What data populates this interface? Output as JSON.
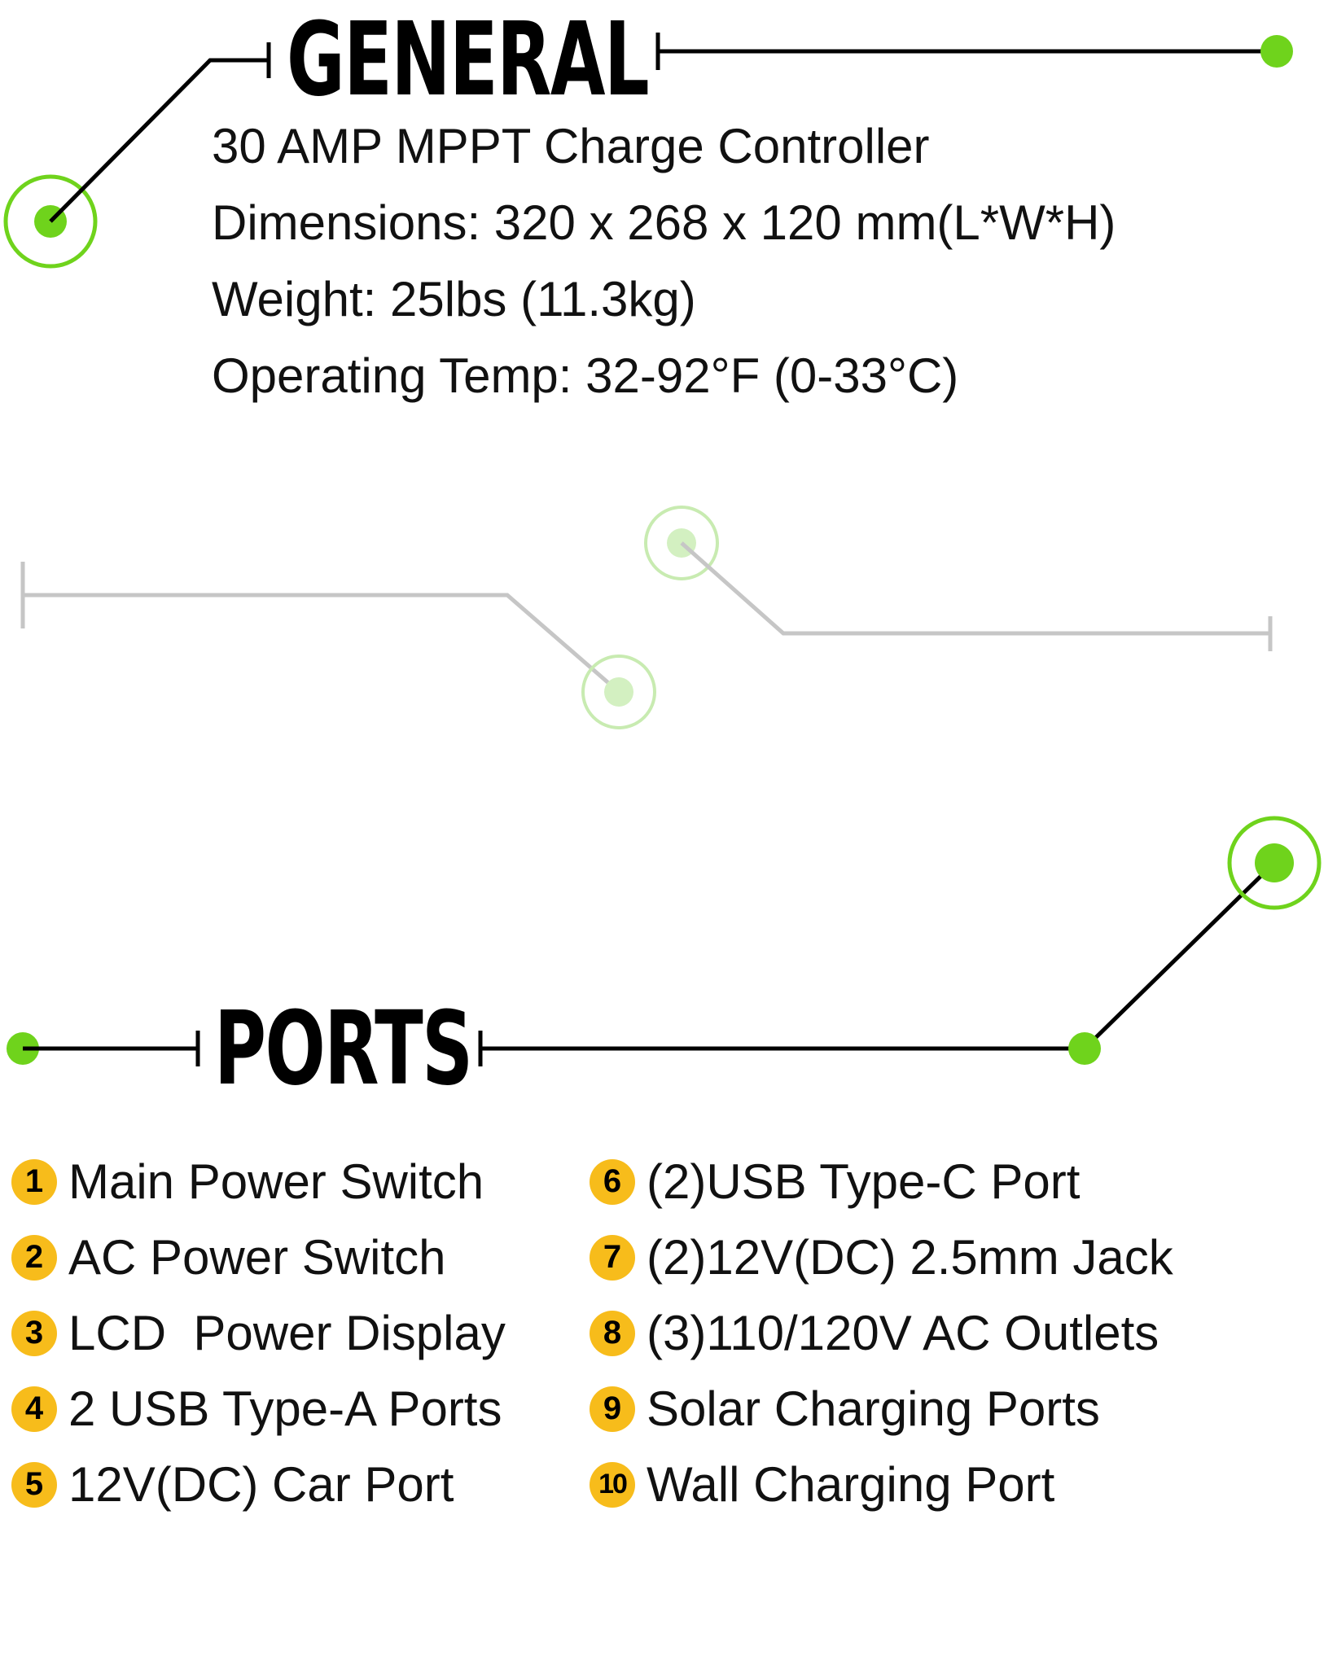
{
  "accent_color": "#6fd31c",
  "badge_color": "#f7bc1b",
  "general": {
    "heading": "GENERAL",
    "specs": [
      "30 AMP MPPT Charge Controller",
      "Dimensions: 320 x 268 x 120 mm(L*W*H)",
      "Weight: 25lbs (11.3kg)",
      "Operating Temp: 32-92°F (0-33°C)"
    ]
  },
  "ports": {
    "heading": "PORTS",
    "left": [
      {
        "number": "1",
        "label": "Main Power Switch"
      },
      {
        "number": "2",
        "label": "AC Power Switch"
      },
      {
        "number": "3",
        "label": "LCD  Power Display"
      },
      {
        "number": "4",
        "label": "2 USB Type-A Ports"
      },
      {
        "number": "5",
        "label": "12V(DC) Car Port"
      }
    ],
    "right": [
      {
        "number": "6",
        "label": "(2)USB Type-C Port"
      },
      {
        "number": "7",
        "label": "(2)12V(DC) 2.5mm Jack"
      },
      {
        "number": "8",
        "label": "(3)110/120V AC Outlets"
      },
      {
        "number": "9",
        "label": "Solar Charging Ports"
      },
      {
        "number": "10",
        "label": "Wall Charging Port"
      }
    ]
  }
}
